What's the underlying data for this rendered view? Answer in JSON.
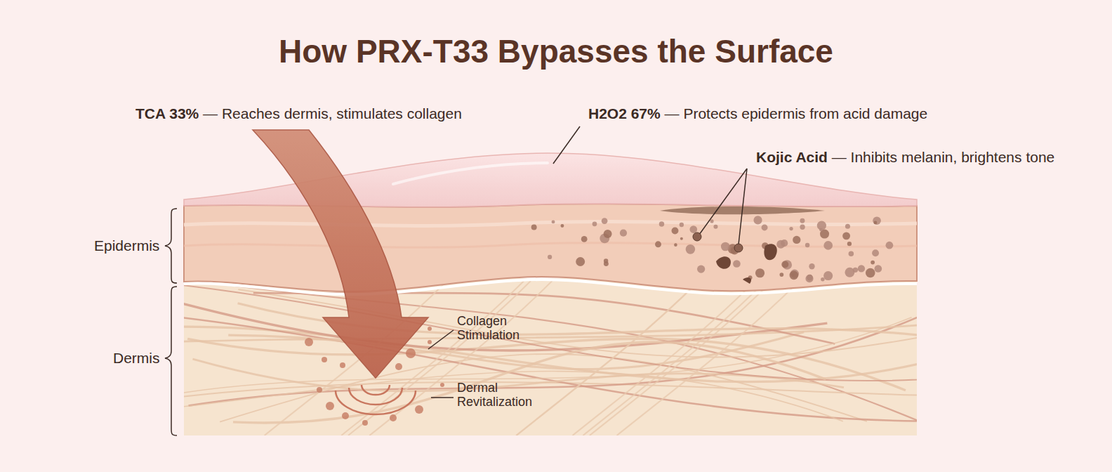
{
  "diagram": {
    "title": "How PRX-T33 Bypasses the Surface",
    "labels": [
      "TCA 33% — Reaches dermis, stimulates collagen",
      "H2O2 67% — Protects epidermis from acid damage",
      "Kojic Acid — Inhibits melanin, brightens tone",
      "Epidermis",
      "Dermis",
      "Collagen Stimulation",
      "Dermal Revitalization"
    ]
  }
}
